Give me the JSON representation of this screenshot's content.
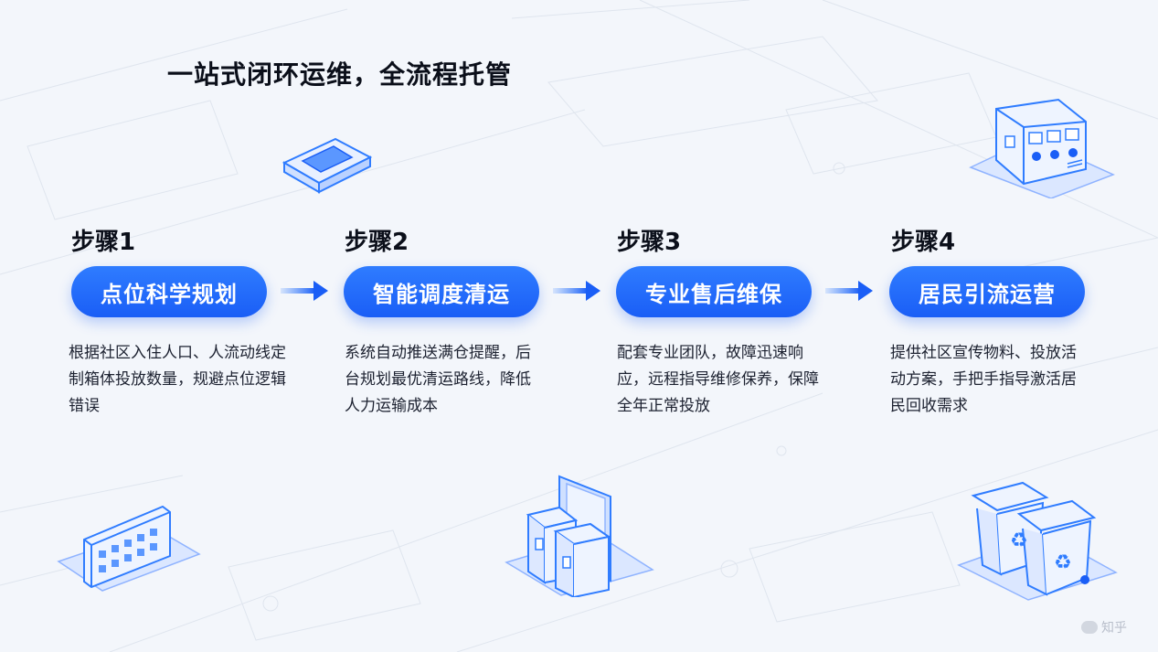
{
  "title": "一站式闭环运维，全流程托管",
  "steps": [
    {
      "label": "步骤1",
      "button": "点位科学规划",
      "desc": "根据社区入住人口、人流动线定制箱体投放数量，规避点位逻辑错误"
    },
    {
      "label": "步骤2",
      "button": "智能调度清运",
      "desc": "系统自动推送满仓提醒，后台规划最优清运路线，降低人力运输成本"
    },
    {
      "label": "步骤3",
      "button": "专业售后维保",
      "desc": "配套专业团队，故障迅速响应，远程指导维修保养，保障全年正常投放"
    },
    {
      "label": "步骤4",
      "button": "居民引流运营",
      "desc": "提供社区宣传物料、投放活动方案，手把手指导激活居民回收需求"
    }
  ],
  "watermark": "知乎",
  "colors": {
    "accent": "#1a5ef6",
    "accent_light": "#2f7cff",
    "text": "#0b0f1a",
    "background": "#f3f6fb"
  },
  "icons": [
    "arrow-right-icon",
    "smart-terminal-illustration",
    "recycling-station-illustration",
    "residential-building-illustration",
    "recycling-bins-illustration",
    "zhihu-logo-icon"
  ]
}
